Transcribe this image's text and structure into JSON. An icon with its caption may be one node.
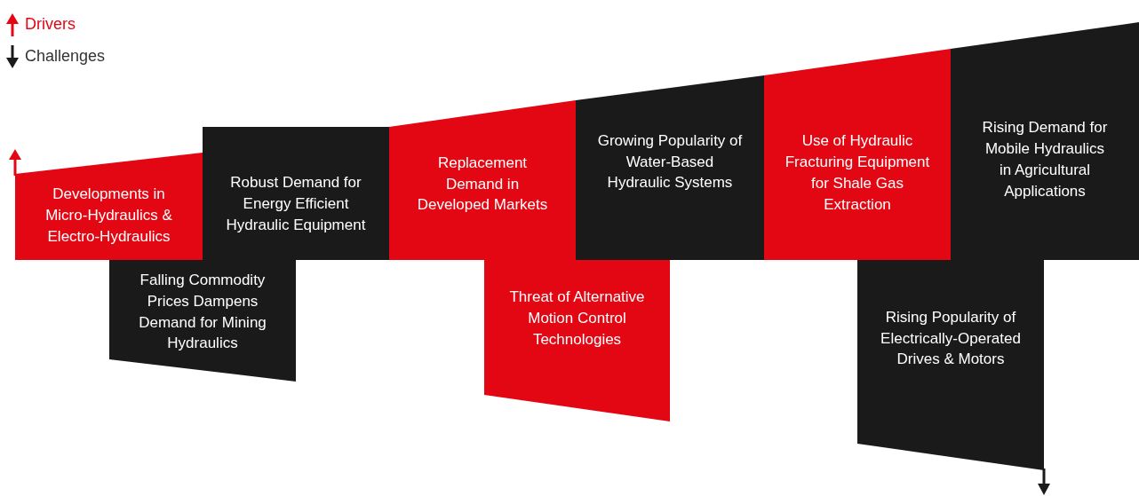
{
  "diagram": {
    "nodes": [
      {
        "text": [
          "Developments in Micro-Hydraulics & Electro-Hydraulics"
        ]
      },
      {
        "text": [
          "Robust Demand for Energy Efficient Hydraulic Equipment"
        ]
      },
      {
        "text": [
          "Replacement Demand in Developed Markets"
        ]
      },
      {
        "text": [
          "Growing Popularity of Water-Based Hydraulic Systems"
        ]
      },
      {
        "text": [
          "Use of Hydraulic Fracturing Equipment for Shale Gas Extraction"
        ]
      },
      {
        "text": [
          "Rising Demand for Mobile Hydraulics in Agricultural Applications"
        ]
      },
      {
        "text": [
          "Falling Commodity Prices  Dampens Demand for Mining Hydraulics"
        ]
      },
      {
        "text": [
          "Threat of Alternative Motion Control Technologies"
        ]
      },
      {
        "text": [
          "Rising Popularity of Electrically-Operated Drives & Motors"
        ]
      }
    ],
    "edges": [],
    "legend": [
      {
        "text": "Drivers",
        "color": "#e30613"
      },
      {
        "text": "Challenges",
        "color": "#1a1a1a"
      }
    ]
  }
}
